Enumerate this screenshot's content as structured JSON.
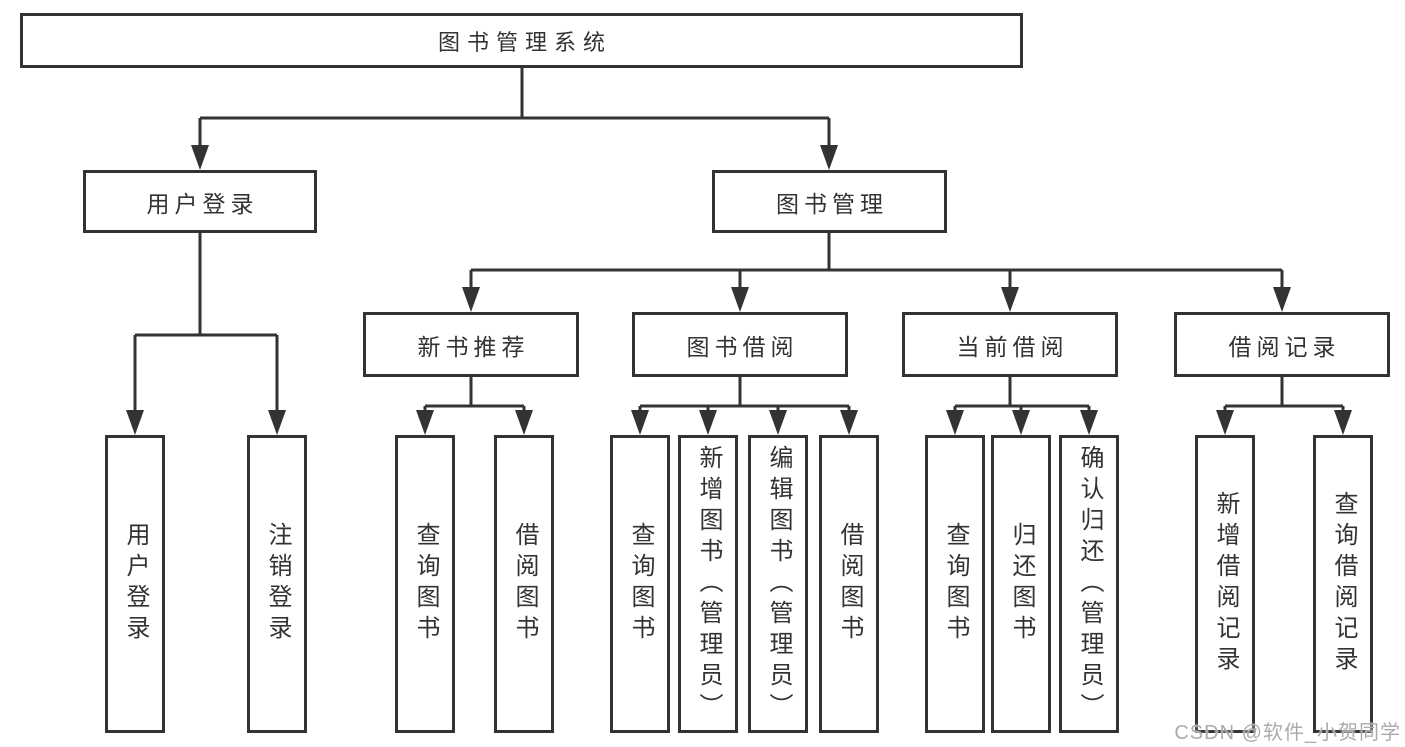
{
  "title": "图书管理系统",
  "watermark": "CSDN @软件_小贺同学",
  "colors": {
    "line": "#333333",
    "text": "#333333",
    "background": "#ffffff",
    "watermark": "#ababab"
  },
  "nodes": {
    "root": {
      "label": "图书管理系统"
    },
    "level2": [
      {
        "label": "用户登录",
        "parent": "图书管理系统"
      },
      {
        "label": "图书管理",
        "parent": "图书管理系统"
      }
    ],
    "level3": [
      {
        "label": "新书推荐",
        "parent": "图书管理"
      },
      {
        "label": "图书借阅",
        "parent": "图书管理"
      },
      {
        "label": "当前借阅",
        "parent": "图书管理"
      },
      {
        "label": "借阅记录",
        "parent": "图书管理"
      }
    ],
    "level4": [
      {
        "label": "用户登录",
        "parent": "用户登录"
      },
      {
        "label": "注销登录",
        "parent": "用户登录"
      },
      {
        "label": "查询图书",
        "parent": "新书推荐"
      },
      {
        "label": "借阅图书",
        "parent": "新书推荐"
      },
      {
        "label": "查询图书",
        "parent": "图书借阅"
      },
      {
        "label": "新增图书（管理员）",
        "parent": "图书借阅"
      },
      {
        "label": "编辑图书（管理员）",
        "parent": "图书借阅"
      },
      {
        "label": "借阅图书",
        "parent": "图书借阅"
      },
      {
        "label": "查询图书",
        "parent": "当前借阅"
      },
      {
        "label": "归还图书",
        "parent": "当前借阅"
      },
      {
        "label": "确认归还（管理员）",
        "parent": "当前借阅"
      },
      {
        "label": "新增借阅记录",
        "parent": "借阅记录"
      },
      {
        "label": "查询借阅记录",
        "parent": "借阅记录"
      }
    ]
  }
}
